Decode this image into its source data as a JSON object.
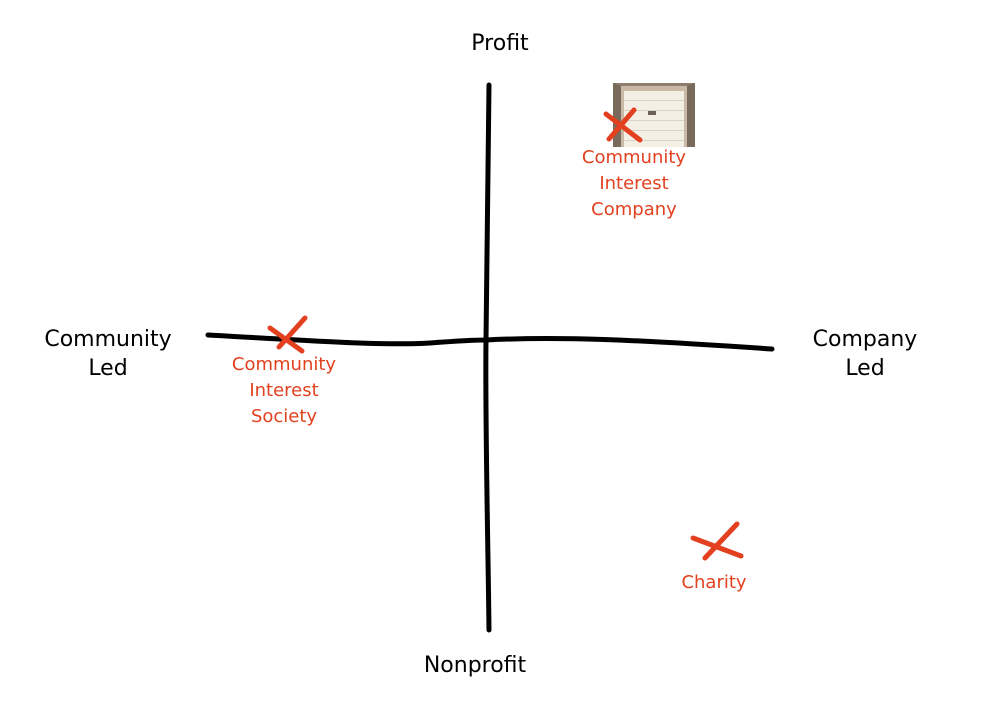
{
  "axes": {
    "top": "Profit",
    "bottom": "Nonprofit",
    "left": [
      "Community",
      "Led"
    ],
    "right": [
      "Company",
      "Led"
    ]
  },
  "points": [
    {
      "name": "community-interest-company",
      "label": [
        "Community",
        "Interest",
        "Company"
      ]
    },
    {
      "name": "community-interest-society",
      "label": [
        "Community",
        "Interest",
        "Society"
      ]
    },
    {
      "name": "charity",
      "label": [
        "Charity"
      ]
    }
  ],
  "colors": {
    "axis": "#000000",
    "marker": "#e2401f",
    "marker_label": "#e2401f"
  },
  "icons": {
    "marker": "cross-marker-icon",
    "photo": "garage-door-icon"
  }
}
